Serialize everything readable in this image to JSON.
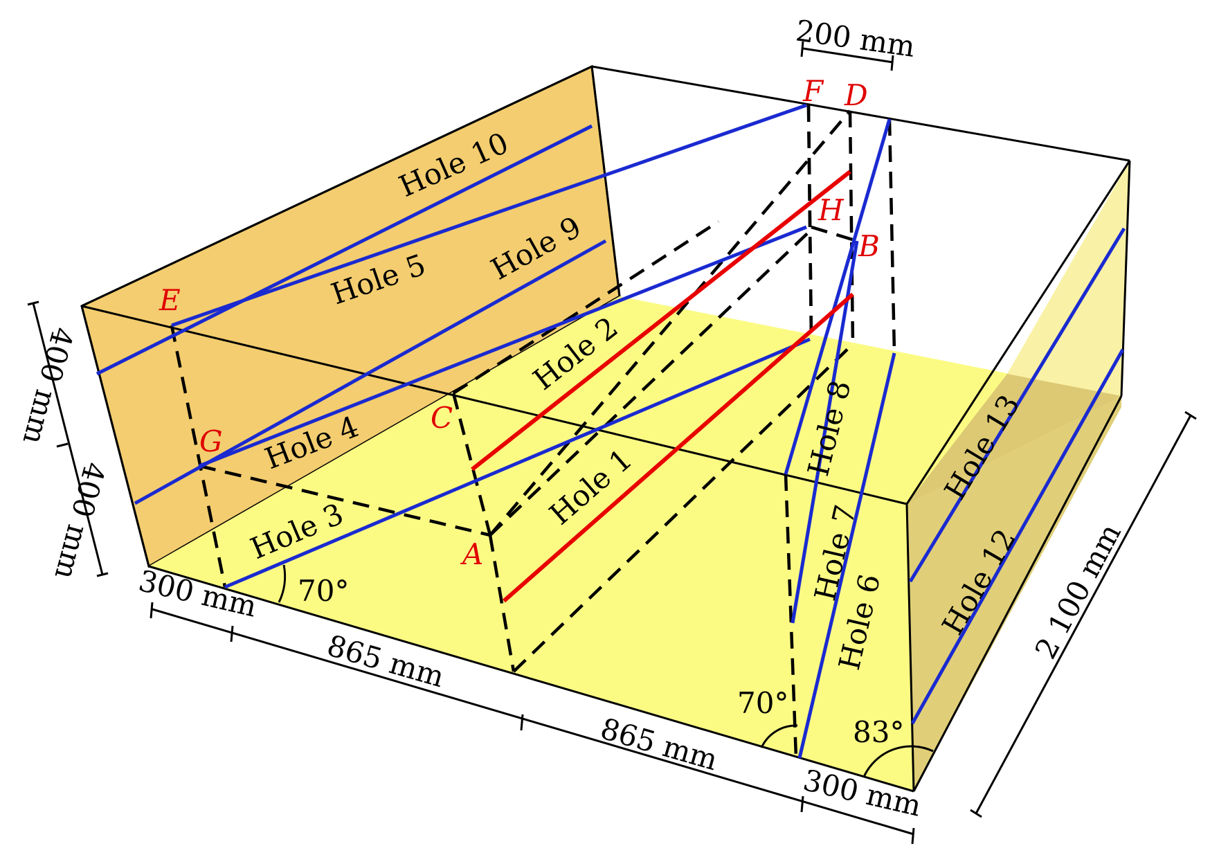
{
  "points": {
    "A": "A",
    "B": "B",
    "C": "C",
    "D": "D",
    "E": "E",
    "F": "F",
    "G": "G",
    "H": "H"
  },
  "holes": {
    "h1": "Hole 1",
    "h2": "Hole 2",
    "h3": "Hole 3",
    "h4": "Hole 4",
    "h5": "Hole 5",
    "h6": "Hole 6",
    "h7": "Hole 7",
    "h8": "Hole 8",
    "h9": "Hole 9",
    "h10": "Hole 10",
    "h12": "Hole 12",
    "h13": "Hole 13"
  },
  "dimensions": {
    "top_width": "200 mm",
    "left_height_upper": "400 mm",
    "left_height_lower": "400 mm",
    "front_left": "300 mm",
    "front_mid1": "865 mm",
    "front_mid2": "865 mm",
    "front_right": "300 mm",
    "depth": "2 100 mm"
  },
  "angles": {
    "a1": "70°",
    "a2": "70°",
    "a3": "83°"
  },
  "colors": {
    "floor": "#fbfb84",
    "left_wall": "#f3cd6f",
    "right_wall": "#f9f1a6",
    "right_inner": "#d9c46e",
    "blue_hole": "#1a2ad0",
    "red_hole": "#e80000",
    "point_label": "#e00000"
  }
}
